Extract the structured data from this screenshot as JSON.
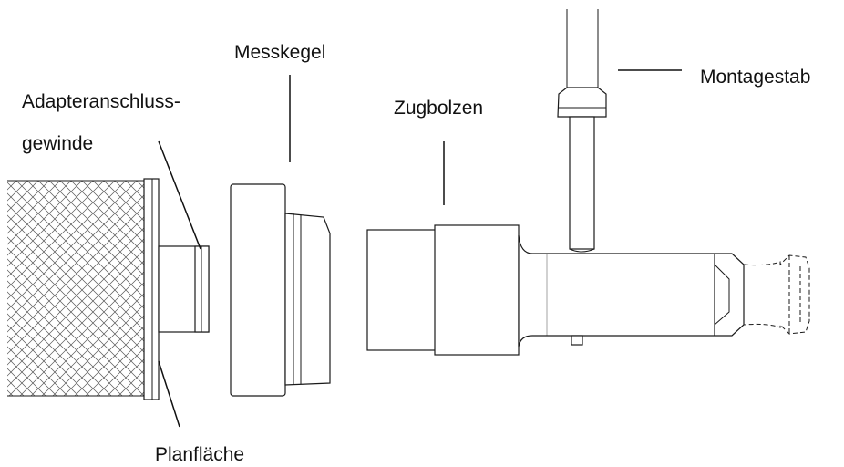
{
  "labels": {
    "adapter_line1": "Adapteranschluss-",
    "adapter_line2": "gewinde",
    "messkegel": "Messkegel",
    "zugbolzen": "Zugbolzen",
    "montagestab": "Montagestab",
    "planflaeche": "Planfläche"
  },
  "colors": {
    "line": "#1a1a1a",
    "text": "#111111",
    "background": "#ffffff"
  }
}
